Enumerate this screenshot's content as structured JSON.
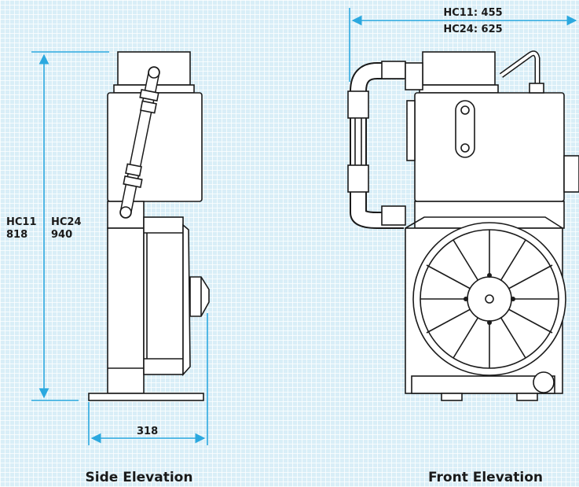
{
  "side": {
    "caption": "Side Elevation",
    "height_hc11_label": "HC11",
    "height_hc11_value": "818",
    "height_hc24_label": "HC24",
    "height_hc24_value": "940",
    "depth_value": "318"
  },
  "front": {
    "caption": "Front Elevation",
    "width_hc11": "HC11: 455",
    "width_hc24": "HC24: 625"
  },
  "colors": {
    "dimension_line": "#2ba8df",
    "grid_background": "#d9eef7",
    "outline": "#1a1a1a"
  }
}
